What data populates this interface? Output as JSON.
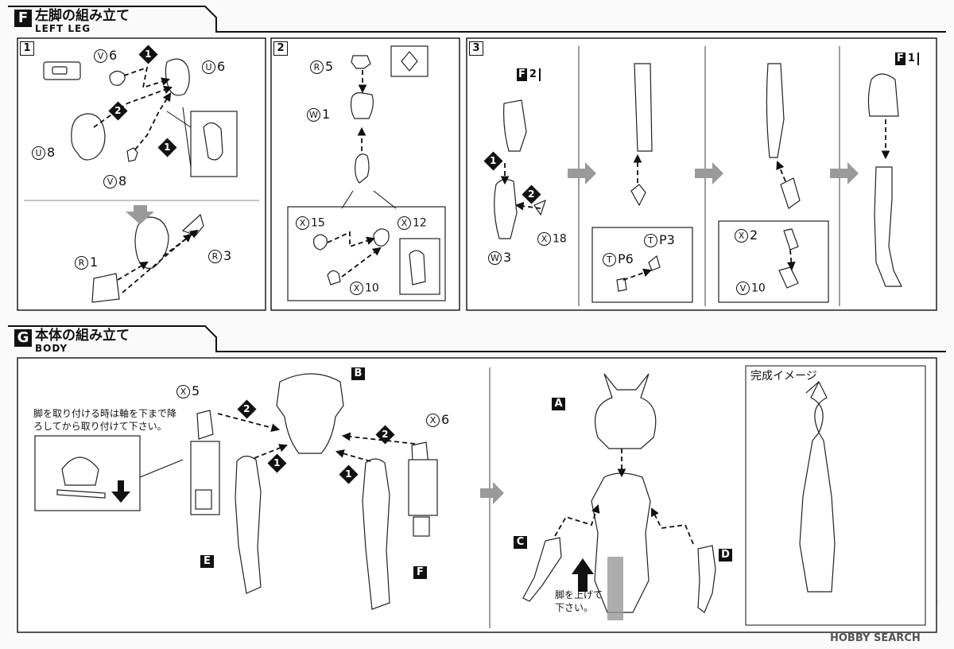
{
  "sectionF": {
    "letter": "F",
    "title": "左脚の組み立て",
    "subtitle": "LEFT LEG",
    "steps": {
      "step1": {
        "number": "1",
        "parts": [
          "V6",
          "U6",
          "U8",
          "V8",
          "R1",
          "R3"
        ],
        "order": [
          "1",
          "2",
          "1"
        ]
      },
      "step2": {
        "number": "2",
        "parts": [
          "R5",
          "W1",
          "X15",
          "X12",
          "X10"
        ]
      },
      "step3": {
        "number": "3",
        "parts": [
          "W3",
          "X18",
          "TP3",
          "TP6",
          "X2",
          "V10"
        ],
        "refs": {
          "f2": {
            "letter": "F",
            "num": "2"
          },
          "f1": {
            "letter": "F",
            "num": "1"
          }
        },
        "order": [
          "1",
          "2"
        ]
      }
    }
  },
  "sectionG": {
    "letter": "G",
    "title": "本体の組み立て",
    "subtitle": "BODY",
    "note_leg": "脚を取り付ける時は軸を下まで降ろしてから取り付けて下さい。",
    "note_raise": "脚を上げて下さい。",
    "complete_label": "完成イメージ",
    "parts": [
      "X5",
      "X6"
    ],
    "letters": [
      "A",
      "B",
      "C",
      "D",
      "E",
      "F"
    ],
    "order": [
      "2",
      "2",
      "1",
      "1"
    ]
  },
  "watermark": "HOBBY SEARCH",
  "colors": {
    "ink": "#111111",
    "arrow_gray": "#9a9a9a",
    "panel_bg": "#ffffff"
  }
}
